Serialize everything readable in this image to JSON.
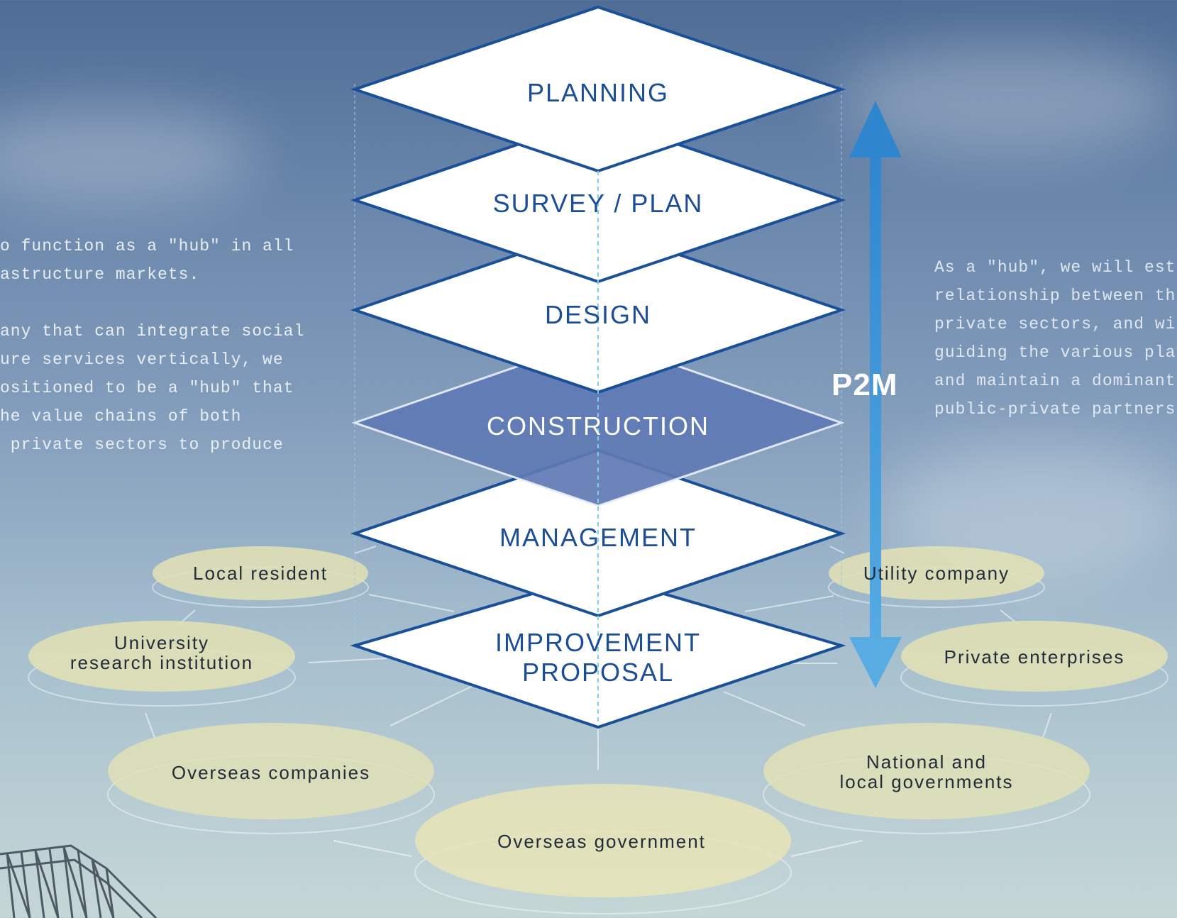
{
  "left_text": {
    "lines": [
      "o function as a \"hub\" in all",
      "astructure markets.",
      "",
      "any that can integrate social",
      "ure services vertically, we",
      "ositioned to be a \"hub\" that",
      "he value chains of both",
      " private sectors to produce"
    ]
  },
  "right_text": {
    "lines": [
      "As a \"hub\", we will establi",
      "relationship between the p",
      "private sectors, and with t",
      "guiding the various player",
      "and maintain a dominant s",
      "public-private partnership"
    ]
  },
  "layers": [
    {
      "label": "PLANNING"
    },
    {
      "label": "SURVEY / PLAN"
    },
    {
      "label": "DESIGN"
    },
    {
      "label": "CONSTRUCTION",
      "highlighted": true
    },
    {
      "label": "MANAGEMENT"
    },
    {
      "label": "IMPROVEMENT\nPROPOSAL"
    }
  ],
  "p2m": {
    "label": "P2M"
  },
  "stakeholders": [
    {
      "label": "Local resident"
    },
    {
      "label": "Utility company"
    },
    {
      "label": "University\nresearch institution"
    },
    {
      "label": "Private enterprises"
    },
    {
      "label": "Overseas companies"
    },
    {
      "label": "National and\nlocal governments"
    },
    {
      "label": "Overseas government"
    }
  ],
  "colors": {
    "layer_border": "#1a4f99",
    "layer_fill": "#ffffff",
    "highlight_fill": "#5f79b4",
    "arrow": "#3f95d6",
    "stakeholder_fill": "#e1e0b5",
    "dashed_line": "#7fd0e6"
  }
}
